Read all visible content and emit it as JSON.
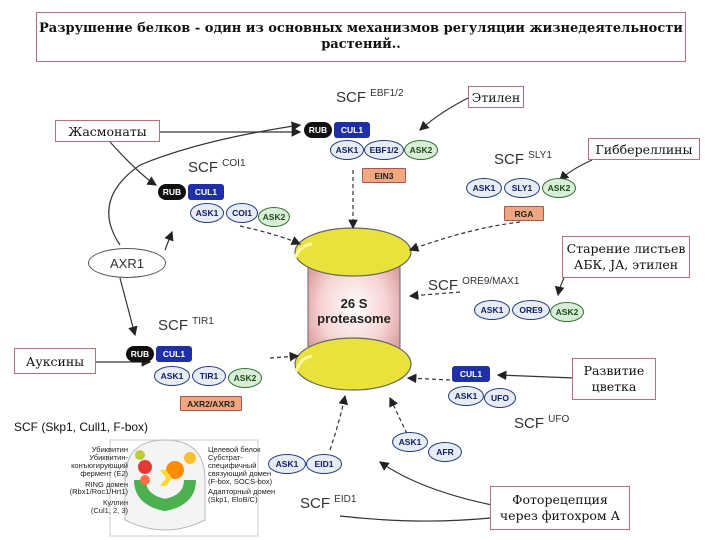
{
  "title": "Разрушение белков - один из основных механизмов регуляции жизнедеятельности растений..",
  "labels": {
    "ethylene": "Этилен",
    "jasmonates": "Жасмонаты",
    "gibberellins": "Гиббереллины",
    "senescence_1": "Старение листьев",
    "senescence_2": "АБК, JA, этилен",
    "auxins": "Ауксины",
    "flower_1": "Развитие",
    "flower_2": "цветка",
    "photo_1": "Фоторецепция",
    "photo_2": "через фитохром А",
    "scf_def": "SCF (Skp1, Cull1, F-box)"
  },
  "proteasome": {
    "line1": "26 S",
    "line2": "proteasome"
  },
  "regulator": "AXR1",
  "complexes": {
    "ebf": {
      "scf": "SCF",
      "sub": "EBF1/2",
      "rub": "RUB",
      "cul": "CUL1",
      "ask": "ASK1",
      "fbox": "EBF1/2",
      "ask2": "ASK2",
      "target": "EIN3"
    },
    "coi": {
      "scf": "SCF",
      "sub": "COI1",
      "rub": "RUB",
      "cul": "CUL1",
      "ask": "ASK1",
      "fbox": "COI1",
      "ask2": "ASK2"
    },
    "sly": {
      "scf": "SCF",
      "sub": "SLY1",
      "ask": "ASK1",
      "fbox": "SLY1",
      "ask2": "ASK2",
      "target": "RGA"
    },
    "ore": {
      "scf": "SCF",
      "sub": "ORE9/MAX1",
      "ask": "ASK1",
      "fbox": "ORE9",
      "ask2": "ASK2"
    },
    "tir": {
      "scf": "SCF",
      "sub": "TIR1",
      "rub": "RUB",
      "cul": "CUL1",
      "ask": "ASK1",
      "fbox": "TIR1",
      "ask2": "ASK2",
      "target": "AXR2/AXR3"
    },
    "ufo": {
      "scf": "SCF",
      "sub": "UFO",
      "cul": "CUL1",
      "ask": "ASK1",
      "fbox": "UFO"
    },
    "eid": {
      "scf": "SCF",
      "sub": "EID1",
      "ask": "ASK1",
      "fbox": "EID1"
    },
    "afr": {
      "ask": "ASK1",
      "fbox": "AFR"
    }
  },
  "inset": {
    "left": [
      "Убиквитин",
      "Убиквитин-",
      "конъюгирующий",
      "фермент (E2)",
      "RING домен",
      "(Rbx1/Roc1/Hrt1)",
      "Куллин",
      "(Cul1, 2, 3)"
    ],
    "right": [
      "Целевой белок",
      "Субстрат-",
      "специфичный",
      "связующий домен",
      "(F-box, SOCS-box)",
      "Адапторный домен",
      "(Skp1, EloB/C)"
    ]
  },
  "colors": {
    "cullin": "#1f2fa8",
    "ask1": "#e8ecf5",
    "ask2": "#d8eed6",
    "substrate": "#f0a77f",
    "proteasome": "#e8e23a",
    "label_border": "#b9707a"
  }
}
